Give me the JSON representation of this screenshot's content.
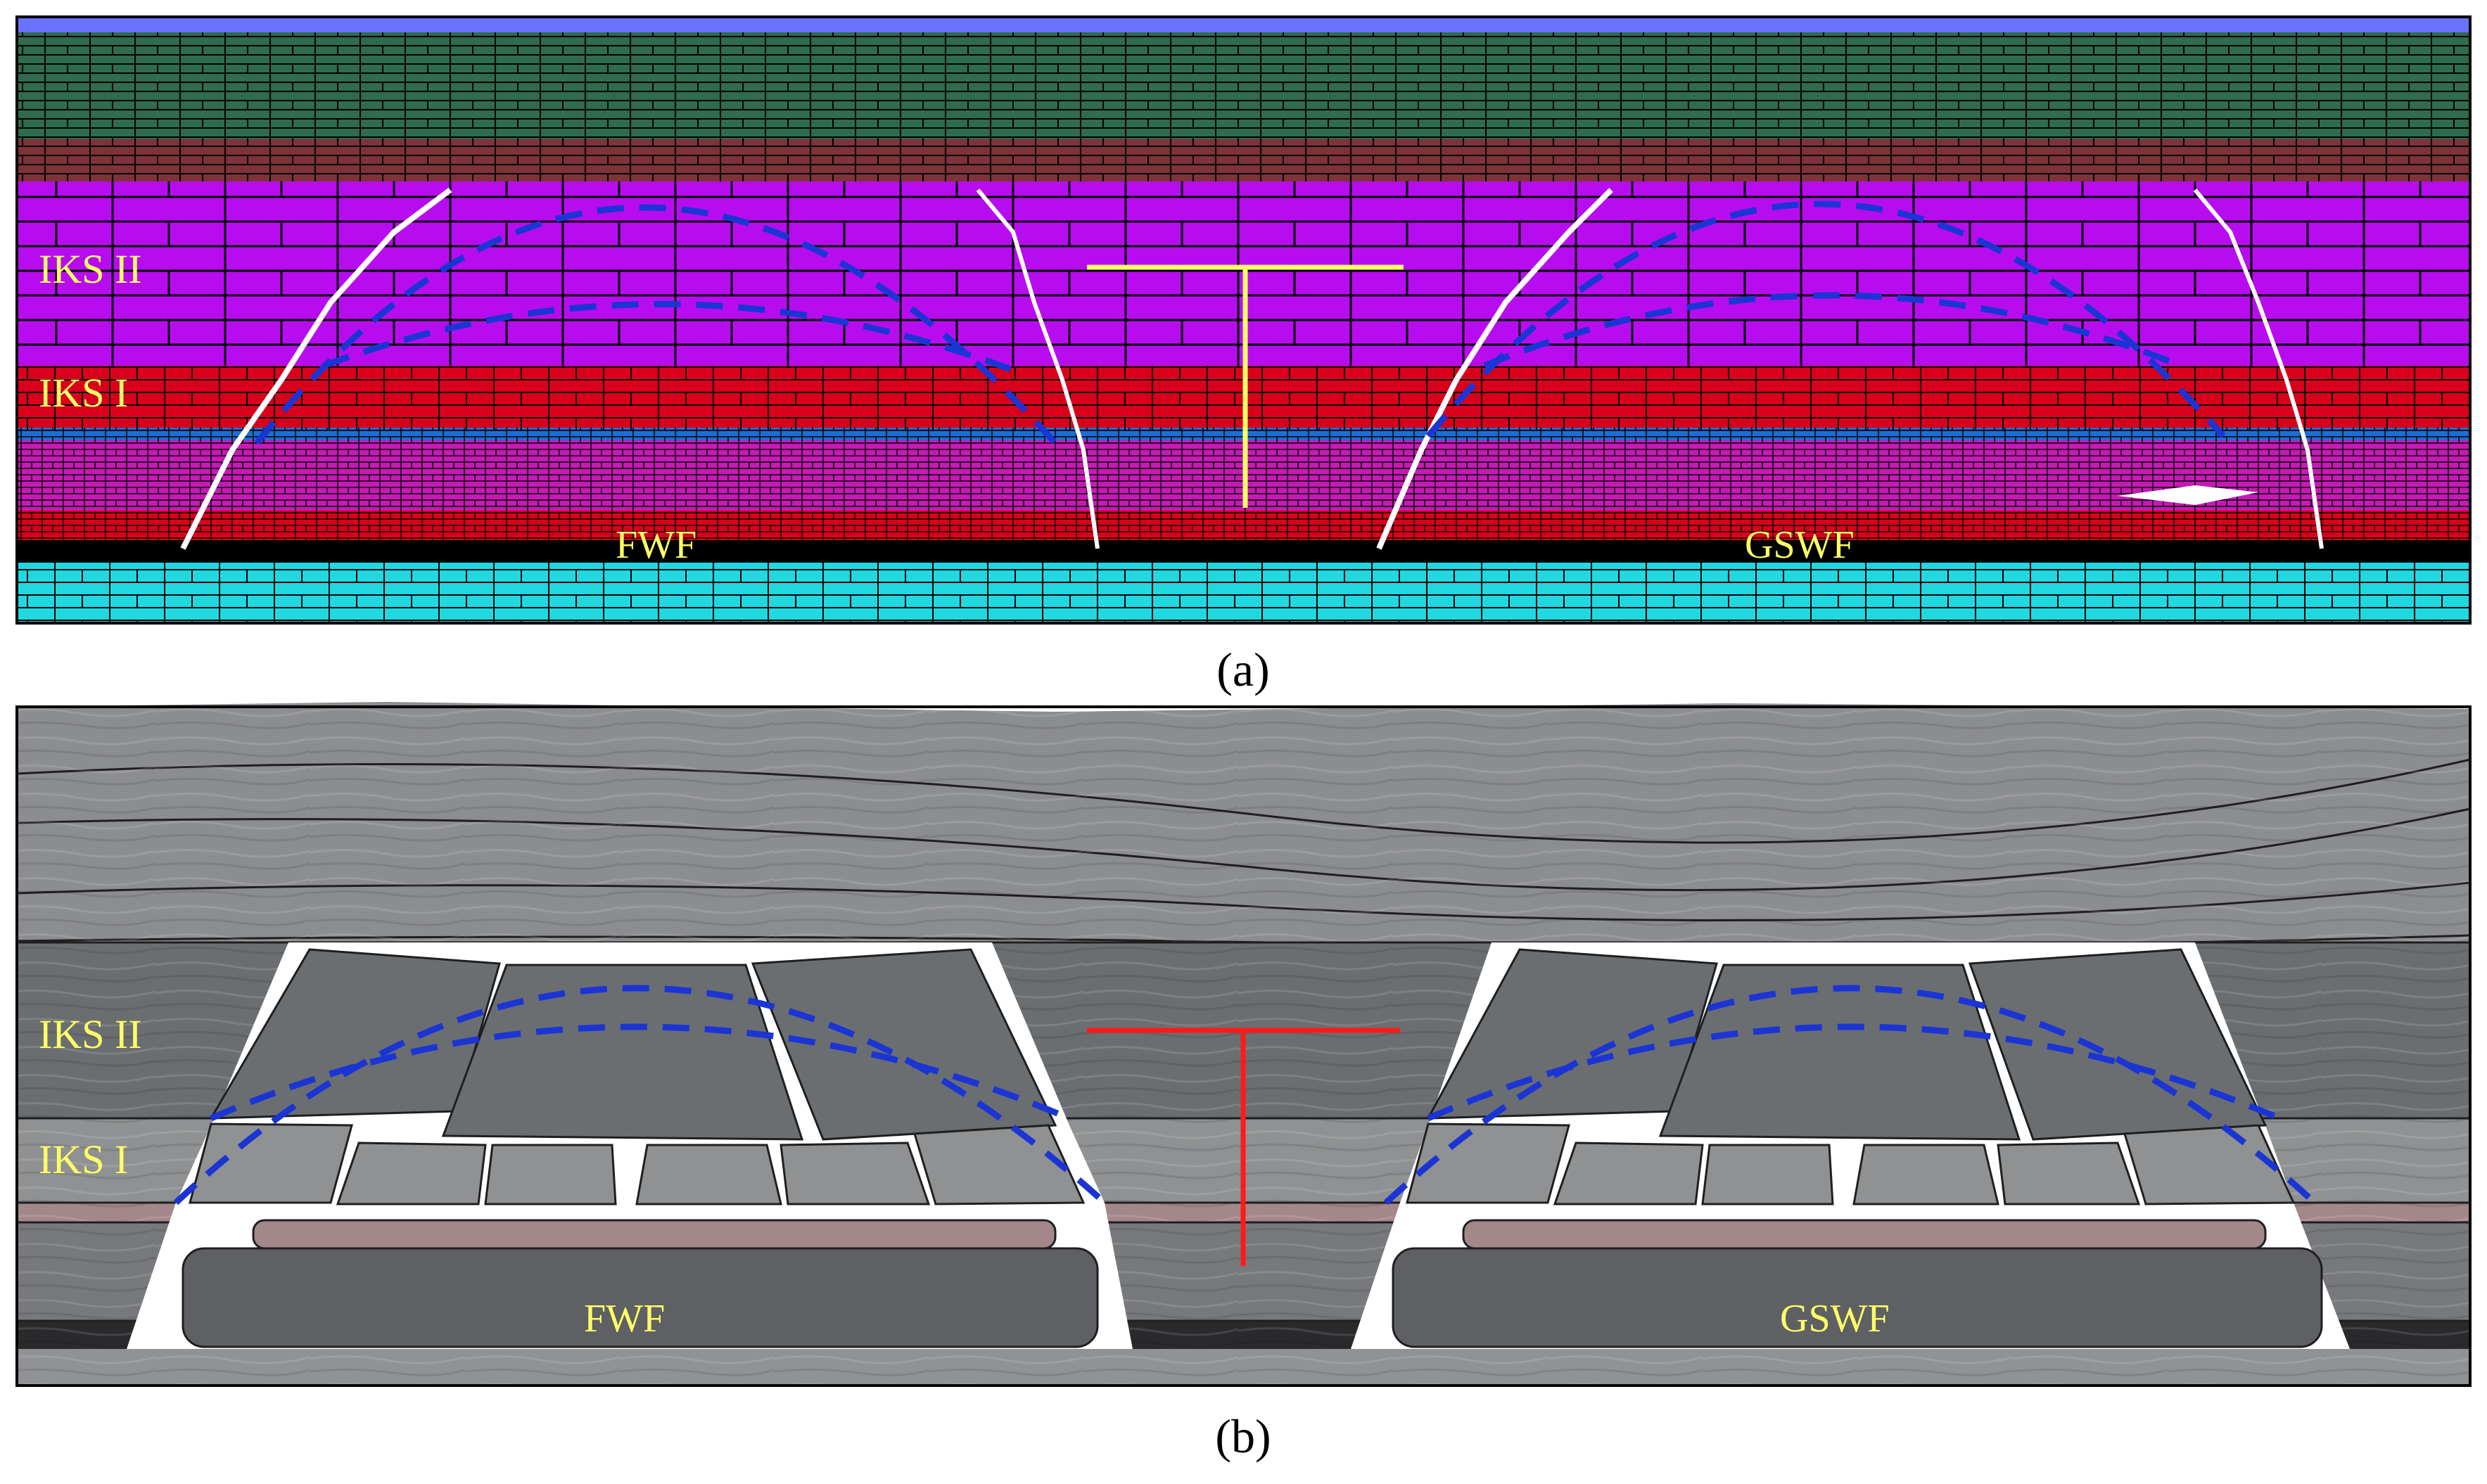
{
  "panels": [
    {
      "tag": "(a)",
      "labels": {
        "upper_key_stratum": "IKS II",
        "lower_key_stratum": "IKS I",
        "left_face": "FWF",
        "right_face": "GSWF"
      },
      "colors": {
        "top_strip": "#6a73ff",
        "green_layer": "#2f6b4e",
        "brown_layer": "#7d3337",
        "iks2": "#b80cf0",
        "iks1": "#d8001a",
        "blue_band": "#1b6fd4",
        "magenta_layer": "#c619b6",
        "red_layer": "#d8001a",
        "coal": "#000000",
        "floor": "#22d8e0",
        "label": "#ffff66",
        "marker": "#ffff66",
        "arch": "#1b35d4"
      }
    },
    {
      "tag": "(b)",
      "labels": {
        "upper_key_stratum": "IKS II",
        "lower_key_stratum": "IKS I",
        "left_face": "FWF",
        "right_face": "GSWF"
      },
      "colors": {
        "overburden": "#8c8d90",
        "iks2": "#6b6e71",
        "iks1": "#8f9192",
        "pink_band": "#a4878a",
        "caved_rock": "#5e6063",
        "label": "#ffff66",
        "marker": "#ff1a1a",
        "arch": "#1b35d4"
      }
    }
  ]
}
